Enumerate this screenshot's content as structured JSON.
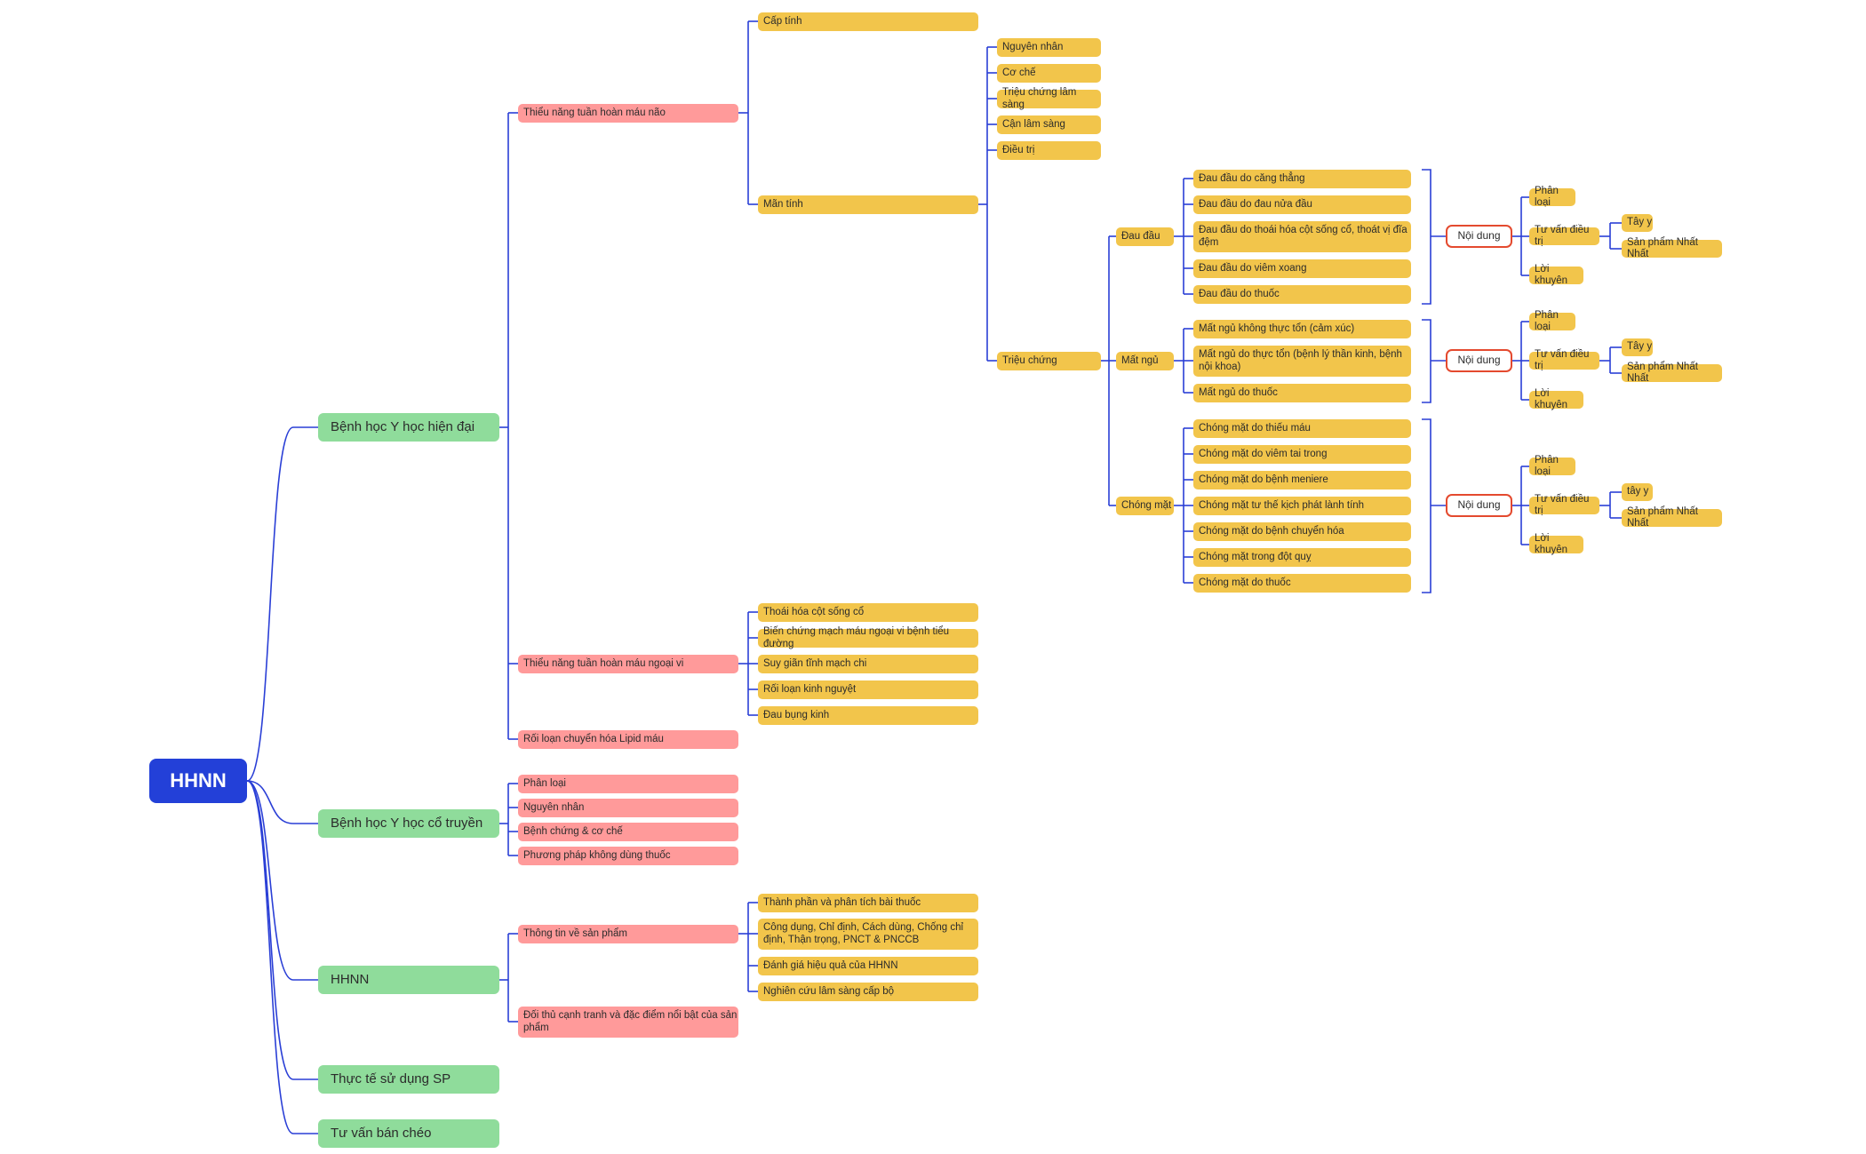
{
  "colors": {
    "root": "#2340d8",
    "level1": "#8fdc9b",
    "level2": "#ff9a9a",
    "leaf": "#f2c54b",
    "callout_border": "#e44a2f",
    "connector": "#2a3fd6"
  },
  "root": "HHNN",
  "branches": {
    "modern": {
      "label": "Bệnh học Y học hiện đại",
      "cerebral": {
        "label": "Thiểu năng tuần hoàn máu não",
        "acute": "Cấp tính",
        "chronic": {
          "label": "Mãn tính",
          "items": [
            "Nguyên nhân",
            "Cơ chế",
            "Triệu chứng lâm sàng",
            "Cận lâm sàng",
            "Điều trị"
          ],
          "symptoms": {
            "label": "Triệu chứng",
            "headache": {
              "label": "Đau đầu",
              "items": [
                "Đau đầu do căng thẳng",
                "Đau đầu do đau nửa đầu",
                "Đau đầu do thoái hóa cột sống cổ, thoát vị đĩa đệm",
                "Đau đầu do viêm xoang",
                "Đau đầu do thuốc"
              ]
            },
            "insomnia": {
              "label": "Mất ngủ",
              "items": [
                "Mất ngủ không thực tổn (cảm xúc)",
                "Mất ngủ do thực tổn (bệnh lý thần kinh, bệnh nội khoa)",
                "Mất ngủ do thuốc"
              ]
            },
            "dizziness": {
              "label": "Chóng mặt",
              "items": [
                "Chóng mặt do thiếu máu",
                "Chóng mặt do viêm tai trong",
                "Chóng mặt do bệnh meniere",
                "Chóng mặt tư thế kịch phát lành tính",
                "Chóng mặt do bệnh chuyển hóa",
                "Chóng mặt trong đột quỵ",
                "Chóng mặt do thuốc"
              ]
            },
            "summaries": [
              {
                "label": "Nội dung",
                "classify": "Phân loại",
                "advice": "Tư vấn điều trị",
                "western": "Tây y",
                "product": "Sản phẩm Nhất Nhất",
                "tips": "Lời khuyên"
              },
              {
                "label": "Nội dung",
                "classify": "Phân loại",
                "advice": "Tư vấn điều trị",
                "western": "Tây y",
                "product": "Sản phẩm Nhất Nhất",
                "tips": "Lời khuyên"
              },
              {
                "label": "Nội dung",
                "classify": "Phân loại",
                "advice": "Tư vấn điều trị",
                "western": "tây y",
                "product": "Sản phẩm Nhất Nhất",
                "tips": "Lời khuyên"
              }
            ]
          }
        }
      },
      "peripheral": {
        "label": "Thiểu năng tuần hoàn máu ngoại vi",
        "items": [
          "Thoái hóa cột sống cổ",
          "Biến chứng mạch máu ngoại vi bệnh tiểu đường",
          "Suy giãn tĩnh mạch chi",
          "Rối loạn kinh nguyệt",
          "Đau bụng kinh"
        ]
      },
      "lipid": "Rối loạn chuyển hóa Lipid máu"
    },
    "traditional": {
      "label": "Bệnh học Y học cổ truyền",
      "items": [
        "Phân loại",
        "Nguyên nhân",
        "Bệnh chứng & cơ chế",
        "Phương pháp không dùng thuốc"
      ]
    },
    "product": {
      "label": "HHNN",
      "info": {
        "label": "Thông tin về sản phẩm",
        "items": [
          "Thành phần và phân tích bài thuốc",
          "Công dụng, Chỉ định, Cách dùng, Chống chỉ định, Thận trọng, PNCT & PNCCB",
          "Đánh giá hiệu quả của HHNN",
          "Nghiên cứu lâm sàng cấp bộ"
        ]
      },
      "competitors": "Đối thủ cạnh tranh và đặc điểm nổi bật của sản phẩm"
    },
    "usage": "Thực tế sử dụng SP",
    "crosssell": "Tư vấn bán chéo"
  }
}
